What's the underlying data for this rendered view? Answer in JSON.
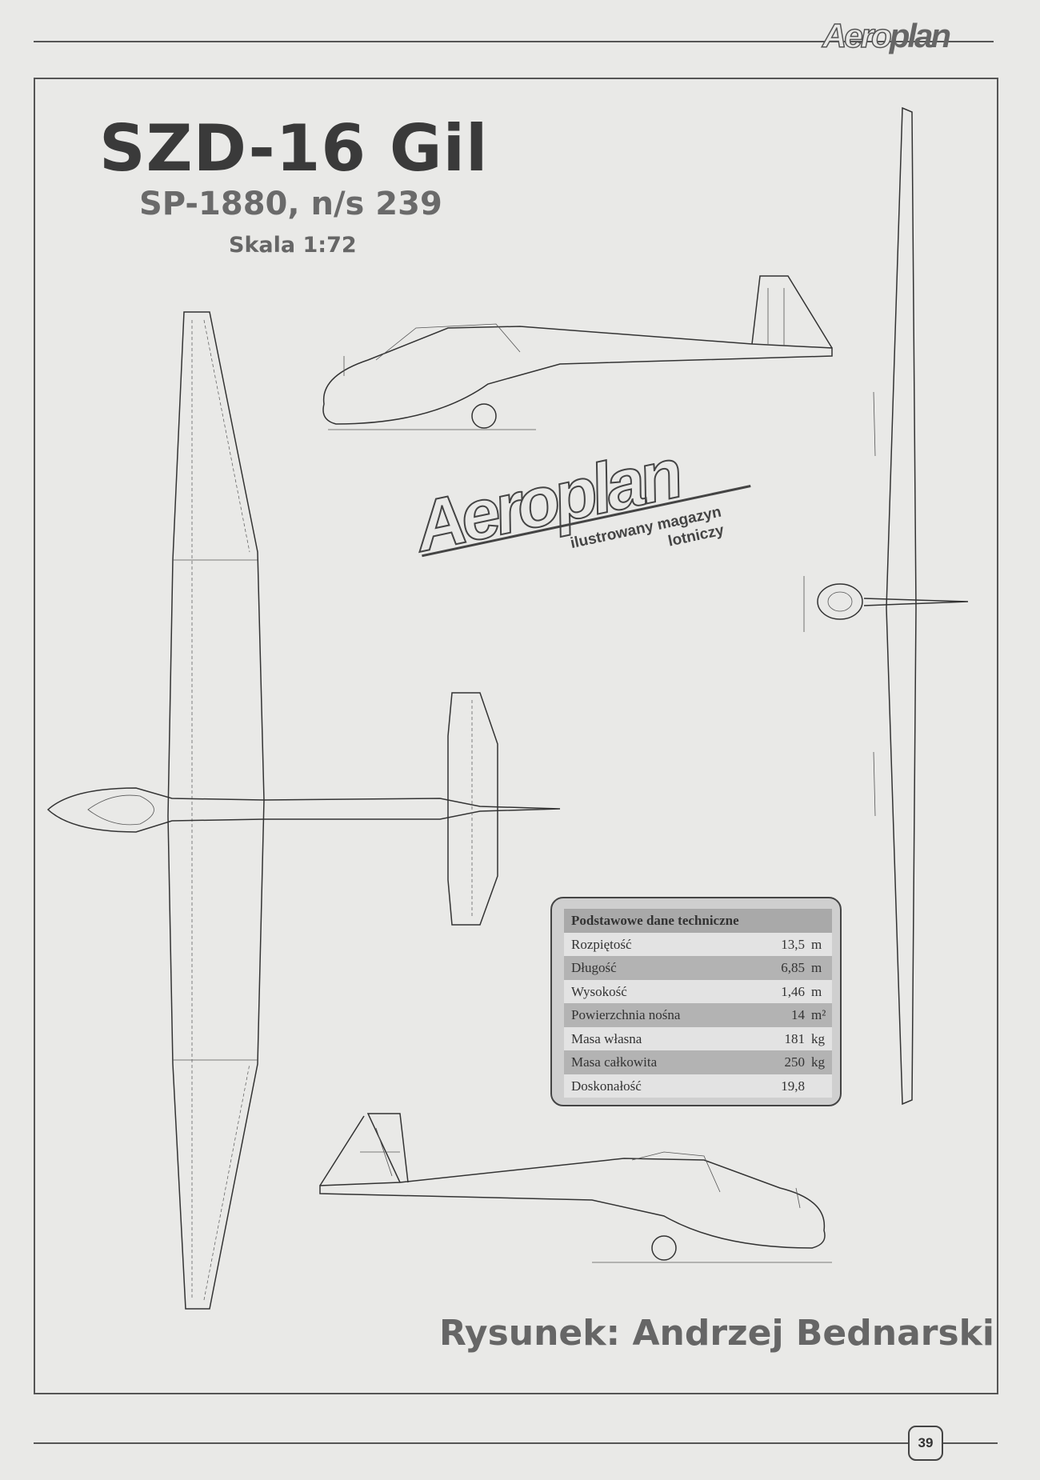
{
  "header": {
    "logo": "Aeroplan"
  },
  "title": "SZD-16 Gil",
  "subtitle": "SP-1880, n/s 239",
  "scale": "Skala 1:72",
  "center_logo": {
    "name": "Aeroplan",
    "tagline_1": "ilustrowany magazyn",
    "tagline_2": "lotniczy"
  },
  "specs": {
    "heading": "Podstawowe dane techniczne",
    "rows": [
      {
        "label": "Rozpiętość",
        "value": "13,5",
        "unit": "m"
      },
      {
        "label": "Długość",
        "value": "6,85",
        "unit": "m"
      },
      {
        "label": "Wysokość",
        "value": "1,46",
        "unit": "m"
      },
      {
        "label": "Powierzchnia nośna",
        "value": "14",
        "unit": "m²"
      },
      {
        "label": "Masa własna",
        "value": "181",
        "unit": "kg"
      },
      {
        "label": "Masa całkowita",
        "value": "250",
        "unit": "kg"
      },
      {
        "label": "Doskonałość",
        "value": "19,8",
        "unit": ""
      }
    ]
  },
  "credit": "Rysunek: Andrzej Bednarski",
  "page_number": "39"
}
